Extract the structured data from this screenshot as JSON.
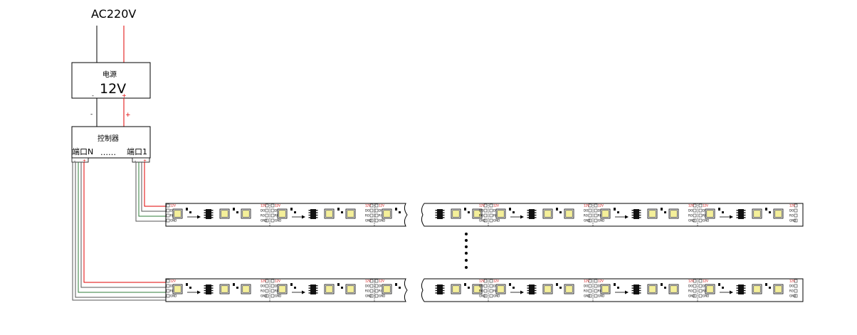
{
  "mains": {
    "label": "AC220V"
  },
  "power_supply": {
    "name": "电源",
    "voltage": "12V",
    "minus": "-",
    "plus": "+"
  },
  "wire_labels": {
    "minus": "-",
    "plus": "+"
  },
  "controller": {
    "name": "控制器",
    "port_n": "端口N",
    "dots": "……",
    "port_1": "端口1"
  },
  "strip": {
    "pin_v": "12V",
    "pin_di": "DI",
    "pin_ri": "RI",
    "pin_gnd": "GND",
    "pin_do": "DO",
    "pin_ro": "RO"
  },
  "colors": {
    "wire_red": "#e00000",
    "wire_green": "#2f7d3a",
    "wire_gray": "#555555",
    "led_yellow": "#f4ef9a"
  }
}
